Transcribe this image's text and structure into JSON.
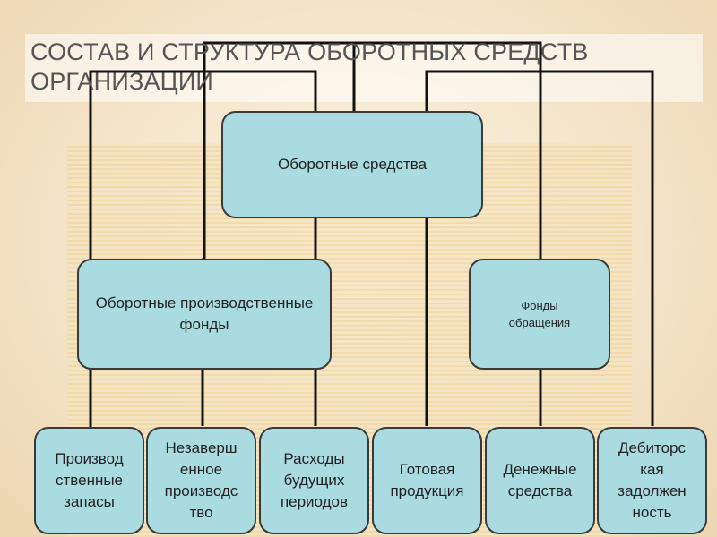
{
  "title": "Состав и структура оборотных средств организации",
  "diagram": {
    "root": {
      "label": "Оборотные средства"
    },
    "groups": [
      {
        "id": "production",
        "label": "Оборотные производственные фонды"
      },
      {
        "id": "circulation",
        "label": "Фонды обращения"
      }
    ],
    "leaves": [
      {
        "id": "stocks",
        "label": "Производ ственные запасы"
      },
      {
        "id": "wip",
        "label": "Незаверш енное производс тво"
      },
      {
        "id": "deferred",
        "label": "Расходы будущих периодов"
      },
      {
        "id": "finished",
        "label": "Готовая продукция"
      },
      {
        "id": "cash",
        "label": "Денежные средства"
      },
      {
        "id": "receivables",
        "label": "Дебиторс кая задолжен ность"
      }
    ]
  },
  "colors": {
    "box_fill": "#a9dbe1",
    "box_border": "#3a3a3a",
    "connector": "#111111",
    "title_text": "#555555"
  }
}
